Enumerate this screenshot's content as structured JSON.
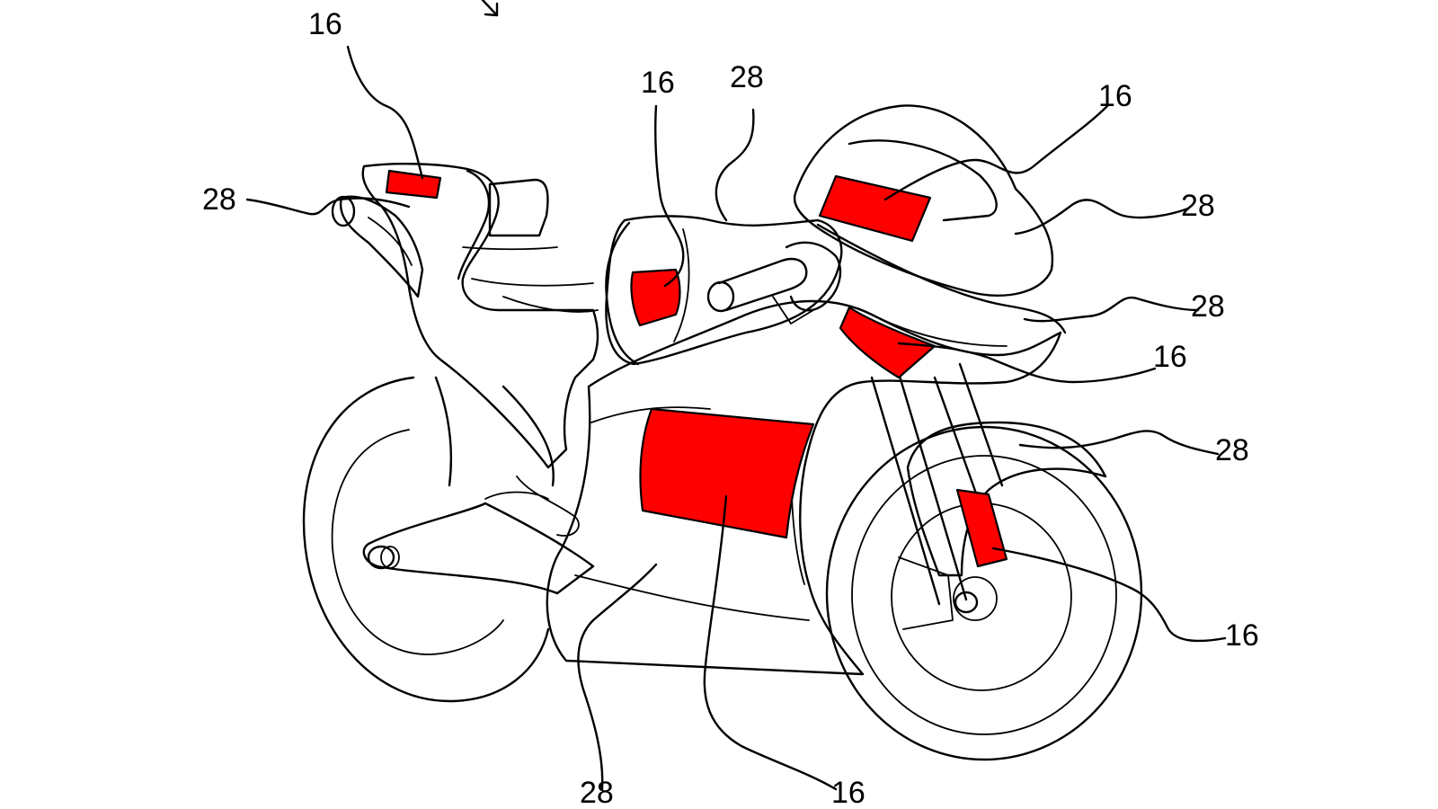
{
  "colors": {
    "sensor_zone": "#ff0000",
    "outline": "#000000",
    "background": "#ffffff"
  },
  "labels": {
    "seat_16": "16",
    "tail_28": "28",
    "tank_16": "16",
    "tank_28": "28",
    "screen_16": "16",
    "fairing_upper_28": "28",
    "fairing_mid_28": "28",
    "fairing_side_16": "16",
    "front_fender_28": "28",
    "fork_16": "16",
    "lower_fairing_28": "28",
    "side_panel_16": "16"
  }
}
